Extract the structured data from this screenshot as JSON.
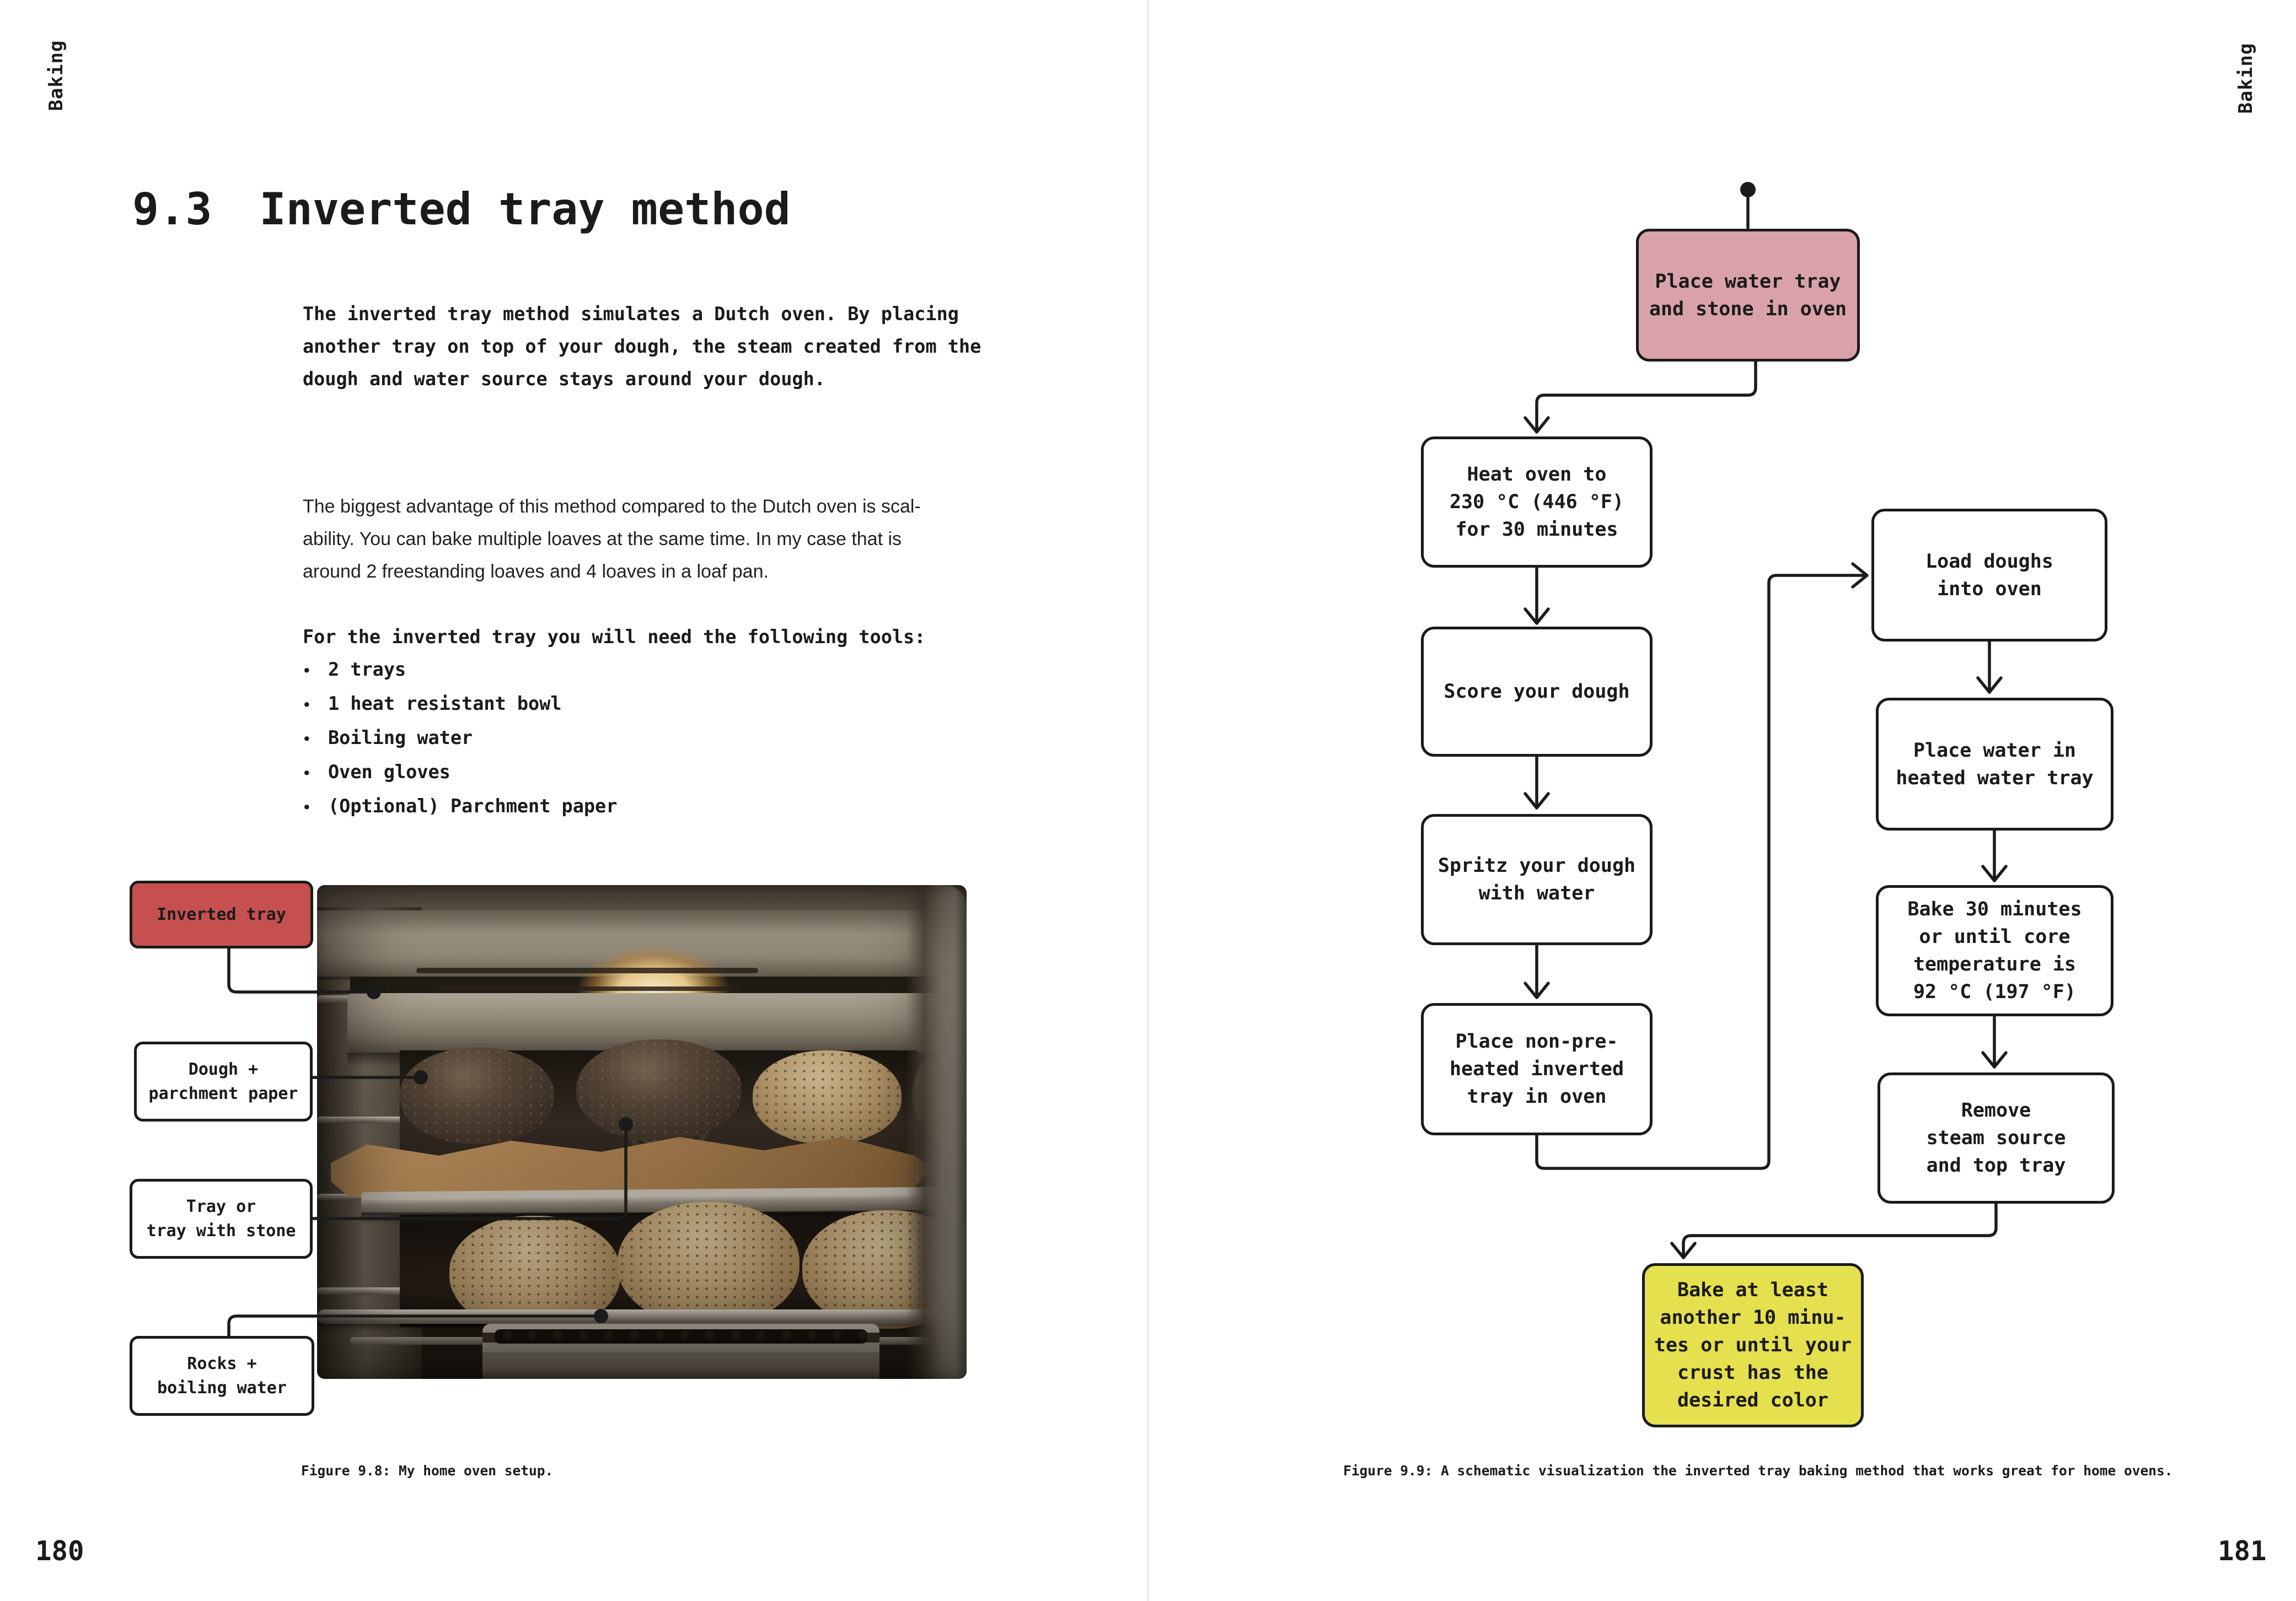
{
  "meta": {
    "running_head_left": "Baking",
    "running_head_right": "Baking",
    "page_number_left": "180",
    "page_number_right": "181"
  },
  "left_page": {
    "title": {
      "number": "9.3",
      "text": "Inverted tray method"
    },
    "intro_lines": [
      "The inverted tray method simulates a Dutch oven. By placing",
      "another tray on top of your dough, the steam created from the",
      "dough and water source stays around your dough."
    ],
    "body_lines": [
      "The biggest advantage of this method compared to the Dutch oven is scal-",
      "ability. You can bake multiple loaves at the same time. In my case that is",
      "around 2 freestanding loaves and 4 loaves in a loaf pan."
    ],
    "tools": {
      "heading": "For the inverted tray you will need the following tools:",
      "bullet": "•",
      "items": [
        "2 trays",
        "1 heat resistant bowl",
        "Boiling water",
        "Oven gloves",
        "(Optional) Parchment paper"
      ]
    },
    "photo_labels": {
      "inverted_tray": "Inverted tray",
      "dough": "Dough +\nparchment paper",
      "tray": "Tray or\ntray with stone",
      "rocks": "Rocks +\nboiling water"
    },
    "caption": "Figure 9.8: My home oven setup."
  },
  "right_page": {
    "flow_steps": {
      "place_water_stone": "Place water tray\nand stone in oven",
      "heat_oven": "Heat oven to\n230 °C (446 °F)\nfor 30 minutes",
      "score": "Score your dough",
      "spritz": "Spritz your dough\nwith water",
      "nonpreheated": "Place non-pre-\nheated inverted\ntray in oven",
      "load": "Load doughs\ninto oven",
      "water_in_tray": "Place water in\nheated water tray",
      "bake30": "Bake 30 minutes\nor until core\ntemperature is\n92 °C (197 °F)",
      "remove": "Remove\nsteam source\nand top tray",
      "bake10": "Bake at least\nanother 10 minu-\ntes or until your\ncrust has the\ndesired color"
    },
    "caption": "Figure 9.9: A schematic visualization the inverted tray baking method that works great for home ovens."
  },
  "colors": {
    "ink": "#1b1b1b",
    "pink": "#D9A2AB",
    "red": "#C5504F",
    "yellow": "#E5E04D",
    "paper": "#ffffff"
  }
}
